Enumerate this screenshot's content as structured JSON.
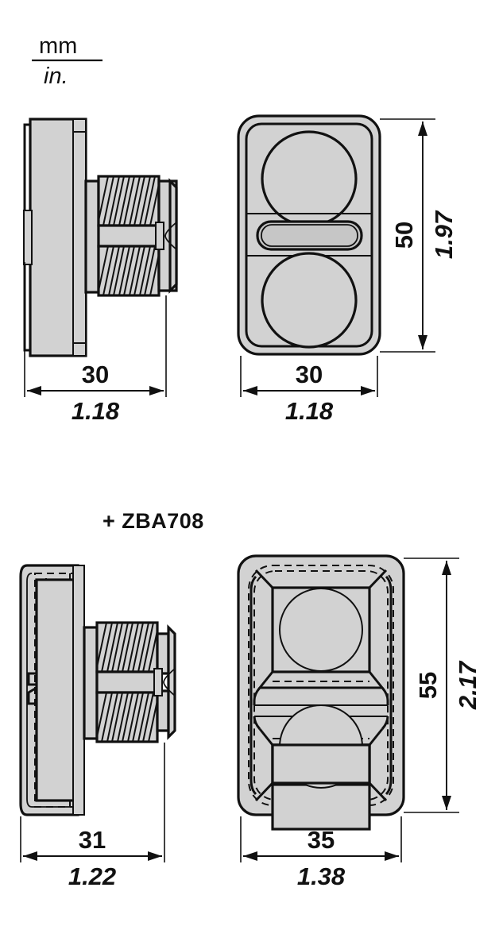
{
  "units_legend": {
    "numerator": "mm",
    "denominator": "in."
  },
  "reference_title": "+ ZBA708",
  "colors": {
    "line": "#111111",
    "body_fill": "#d2d2d2",
    "window_fill": "#c6c6c6",
    "background": "#ffffff"
  },
  "views": [
    {
      "id": "top-side-view",
      "name": "side-view-base",
      "icon": "side-profile-icon",
      "dimension": {
        "mm": "30",
        "in": "1.18",
        "orientation": "horizontal"
      }
    },
    {
      "id": "top-front-view",
      "name": "front-view-base",
      "icon": "front-face-icon",
      "dimension_width": {
        "mm": "30",
        "in": "1.18",
        "orientation": "horizontal"
      },
      "dimension_height": {
        "mm": "50",
        "in": "1.97",
        "orientation": "vertical"
      }
    },
    {
      "id": "bottom-side-view",
      "name": "side-view-with-boot",
      "icon": "side-profile-boot-icon",
      "dimension": {
        "mm": "31",
        "in": "1.22",
        "orientation": "horizontal"
      }
    },
    {
      "id": "bottom-front-view",
      "name": "front-view-with-boot",
      "icon": "front-face-boot-icon",
      "dimension_width": {
        "mm": "35",
        "in": "1.38",
        "orientation": "horizontal"
      },
      "dimension_height": {
        "mm": "55",
        "in": "2.17",
        "orientation": "vertical"
      }
    }
  ],
  "dimensions": {
    "top_side_width_mm": "30",
    "top_side_width_in": "1.18",
    "top_front_width_mm": "30",
    "top_front_width_in": "1.18",
    "top_front_height_mm": "50",
    "top_front_height_in": "1.97",
    "bottom_side_width_mm": "31",
    "bottom_side_width_in": "1.22",
    "bottom_front_width_mm": "35",
    "bottom_front_width_in": "1.38",
    "bottom_front_height_mm": "55",
    "bottom_front_height_in": "2.17"
  }
}
